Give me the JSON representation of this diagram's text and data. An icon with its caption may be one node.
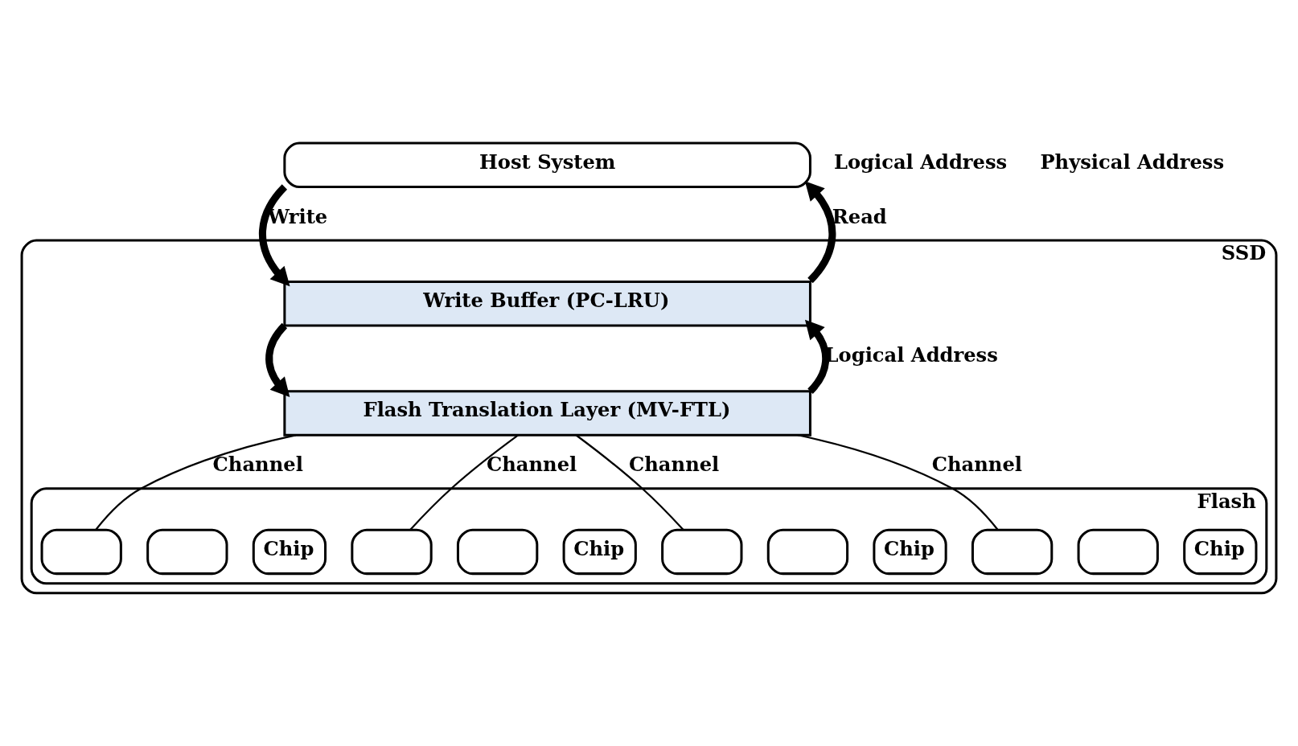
{
  "diagram": {
    "nodes": [
      {
        "text": [
          "Host System"
        ]
      },
      {
        "text": [
          "SSD"
        ]
      },
      {
        "text": [
          "Write Buffer (PC-LRU)"
        ],
        "in": 1
      },
      {
        "text": [
          "Flash Translation Layer (MV-FTL)"
        ],
        "in": 1
      },
      {
        "text": [
          "Flash"
        ],
        "in": 1
      },
      {
        "text": [],
        "shape": "box",
        "in": 4
      },
      {
        "text": [],
        "shape": "box",
        "in": 4
      },
      {
        "text": [
          "Chip"
        ],
        "in": 4
      },
      {
        "text": [],
        "shape": "box",
        "in": 4
      },
      {
        "text": [],
        "shape": "box",
        "in": 4
      },
      {
        "text": [
          "Chip"
        ],
        "in": 4
      },
      {
        "text": [],
        "shape": "box",
        "in": 4
      },
      {
        "text": [],
        "shape": "box",
        "in": 4
      },
      {
        "text": [
          "Chip"
        ],
        "in": 4
      },
      {
        "text": [],
        "shape": "box",
        "in": 4
      },
      {
        "text": [],
        "shape": "box",
        "in": 4
      },
      {
        "text": [
          "Chip"
        ],
        "in": 4
      }
    ],
    "edges": [
      {
        "from": 0,
        "to": 2,
        "arrow": "to",
        "label": "Write",
        "style": "thick"
      },
      {
        "from": 2,
        "to": 0,
        "arrow": "to",
        "label": "Read",
        "style": "thick"
      },
      {
        "from": 2,
        "to": 3,
        "arrow": "to",
        "style": "thick"
      },
      {
        "from": 3,
        "to": 2,
        "arrow": "to",
        "label": "Logical Address",
        "style": "thick"
      },
      {
        "from": 3,
        "to": 5,
        "arrow": "none",
        "label": "Channel"
      },
      {
        "from": 3,
        "to": 8,
        "arrow": "none",
        "label": "Channel"
      },
      {
        "from": 3,
        "to": 11,
        "arrow": "none",
        "label": "Channel"
      },
      {
        "from": 3,
        "to": 14,
        "arrow": "none",
        "label": "Channel"
      }
    ],
    "labels": [
      "Logical Address",
      "Physical Address"
    ]
  }
}
